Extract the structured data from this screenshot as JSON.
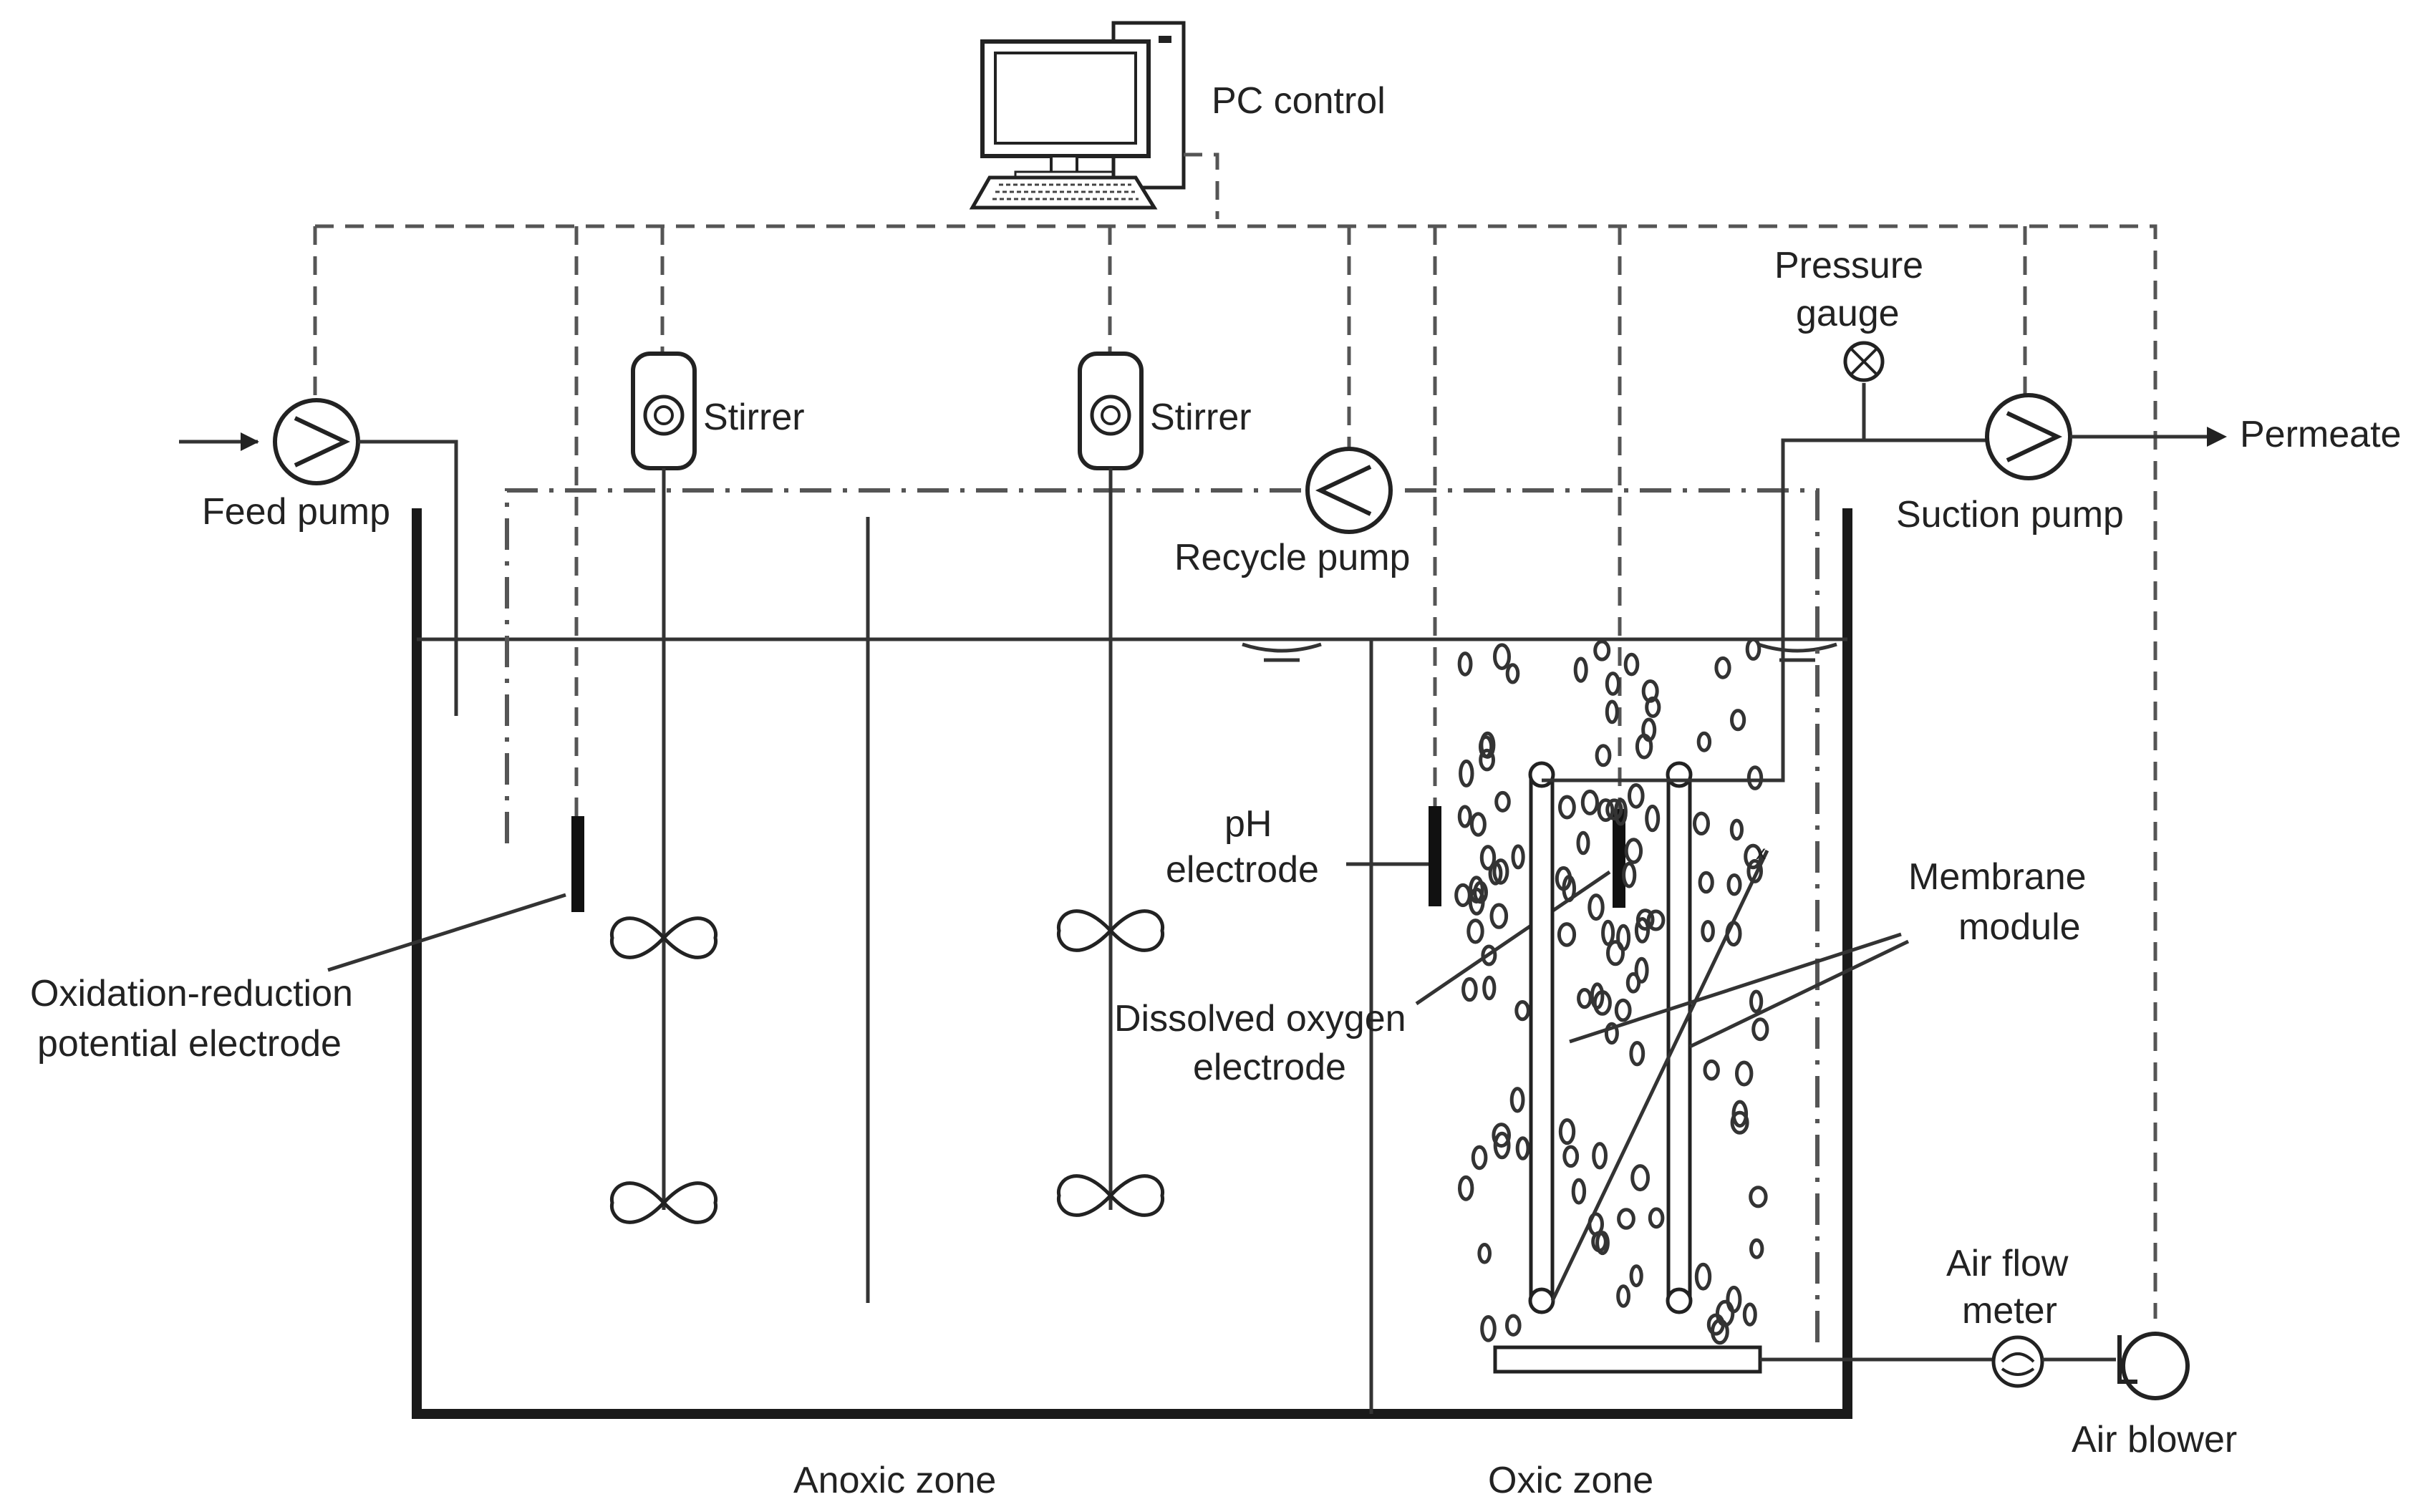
{
  "labels": {
    "pc_control": "PC control",
    "feed_pump": "Feed pump",
    "stirrer_1": "Stirrer",
    "stirrer_2": "Stirrer",
    "recycle_pump": "Recycle pump",
    "pressure_gauge_line1": "Pressure",
    "pressure_gauge_line2": "gauge",
    "suction_pump": "Suction pump",
    "permeate": "Permeate",
    "ph_electrode_line1": "pH",
    "ph_electrode_line2": "electrode",
    "membrane_module_line1": "Membrane",
    "membrane_module_line2": "module",
    "dissolved_oxygen_line1": "Dissolved oxygen",
    "dissolved_oxygen_line2": "electrode",
    "orp_electrode_line1": "Oxidation-reduction",
    "orp_electrode_line2": "potential electrode",
    "air_flow_meter_line1": "Air flow",
    "air_flow_meter_line2": "meter",
    "air_blower": "Air blower",
    "anoxic_zone": "Anoxic zone",
    "oxic_zone": "Oxic zone"
  }
}
